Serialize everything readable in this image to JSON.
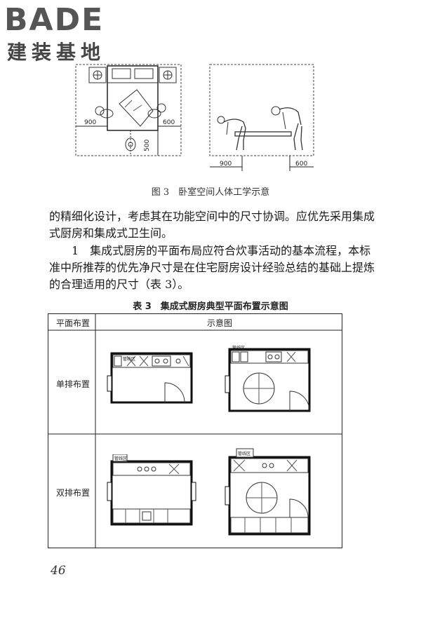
{
  "logo": {
    "word": "BADE",
    "sub": "建装基地"
  },
  "figure3": {
    "left_dims": {
      "left": "900",
      "right": "600",
      "bottom": "500"
    },
    "right_dims": {
      "left": "900",
      "right": "600"
    },
    "caption": "图 3　卧室空间人体工学示意"
  },
  "paragraphs": {
    "p1": "的精细化设计，考虑其在功能空间中的尺寸协调。应优先采用集成式厨房和集成式卫生间。",
    "p2": "1　集成式厨房的平面布局应符合炊事活动的基本流程，本标准中所推荐的优先净尺寸是在住宅厨房设计经验总结的基础上提炼的合理适用的尺寸（表 3）。"
  },
  "table": {
    "title": "表 3　集成式厨房典型平面布置示意图",
    "headers": [
      "平面布置",
      "示意图"
    ],
    "rows": [
      {
        "label": "单排布置"
      },
      {
        "label": "双排布置"
      }
    ],
    "pipe_zone_label": "管线区"
  },
  "page_number": "46"
}
